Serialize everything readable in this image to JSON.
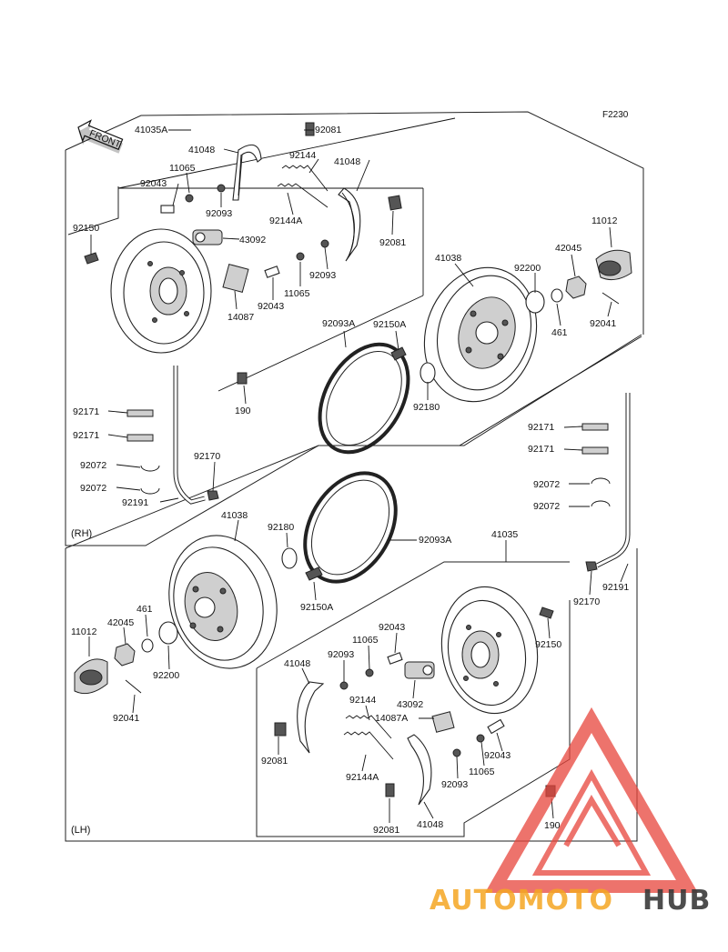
{
  "figure_id": "F2230",
  "front_label": "FRONT",
  "panels": {
    "rh": "(RH)",
    "lh": "(LH)"
  },
  "rh_labels": {
    "a41035A": "41035A",
    "a92081_top": "92081",
    "a41048_left": "41048",
    "a92144": "92144",
    "a41048_right": "41048",
    "a11065": "11065",
    "a92043": "92043",
    "a92093_left": "92093",
    "a92144A": "92144A",
    "a92081_right": "92081",
    "a92150": "92150",
    "a43092": "43092",
    "a92093_mid": "92093",
    "a92043_mid": "92043",
    "a11065_mid": "11065",
    "a14087": "14087",
    "a41038": "41038",
    "a92200": "92200",
    "a42045": "42045",
    "a11012": "11012",
    "a461": "461",
    "a92041": "92041",
    "a92093A": "92093A",
    "a92150A": "92150A",
    "a92180": "92180",
    "a190": "190",
    "a92171_1": "92171",
    "a92171_2": "92171",
    "a92072_1": "92072",
    "a92072_2": "92072",
    "a92170": "92170",
    "a92191": "92191"
  },
  "lh_labels": {
    "a92171_1": "92171",
    "a92171_2": "92171",
    "a92072_1": "92072",
    "a92072_2": "92072",
    "a41038": "41038",
    "a92180": "92180",
    "a92093A": "92093A",
    "a41035": "41035",
    "a92150A": "92150A",
    "a92191": "92191",
    "a92170": "92170",
    "a461": "461",
    "a42045": "42045",
    "a11012": "11012",
    "a92200": "92200",
    "a92041": "92041",
    "a92150": "92150",
    "a92043_top": "92043",
    "a11065_top": "11065",
    "a41048_left": "41048",
    "a92093_top": "92093",
    "a92144": "92144",
    "a43092": "43092",
    "a14087A": "14087A",
    "a92043_low": "92043",
    "a92081_left": "92081",
    "a11065_low": "11065",
    "a92093_low": "92093",
    "a92144A": "92144A",
    "a41048_low": "41048",
    "a92081_low": "92081",
    "a190": "190"
  },
  "watermark": {
    "part1": "AUTOMOTO",
    "part2": "HUB",
    "color_orange": "#f5a623",
    "color_red": "#e8453c",
    "color_dark": "#3a3a3a"
  }
}
